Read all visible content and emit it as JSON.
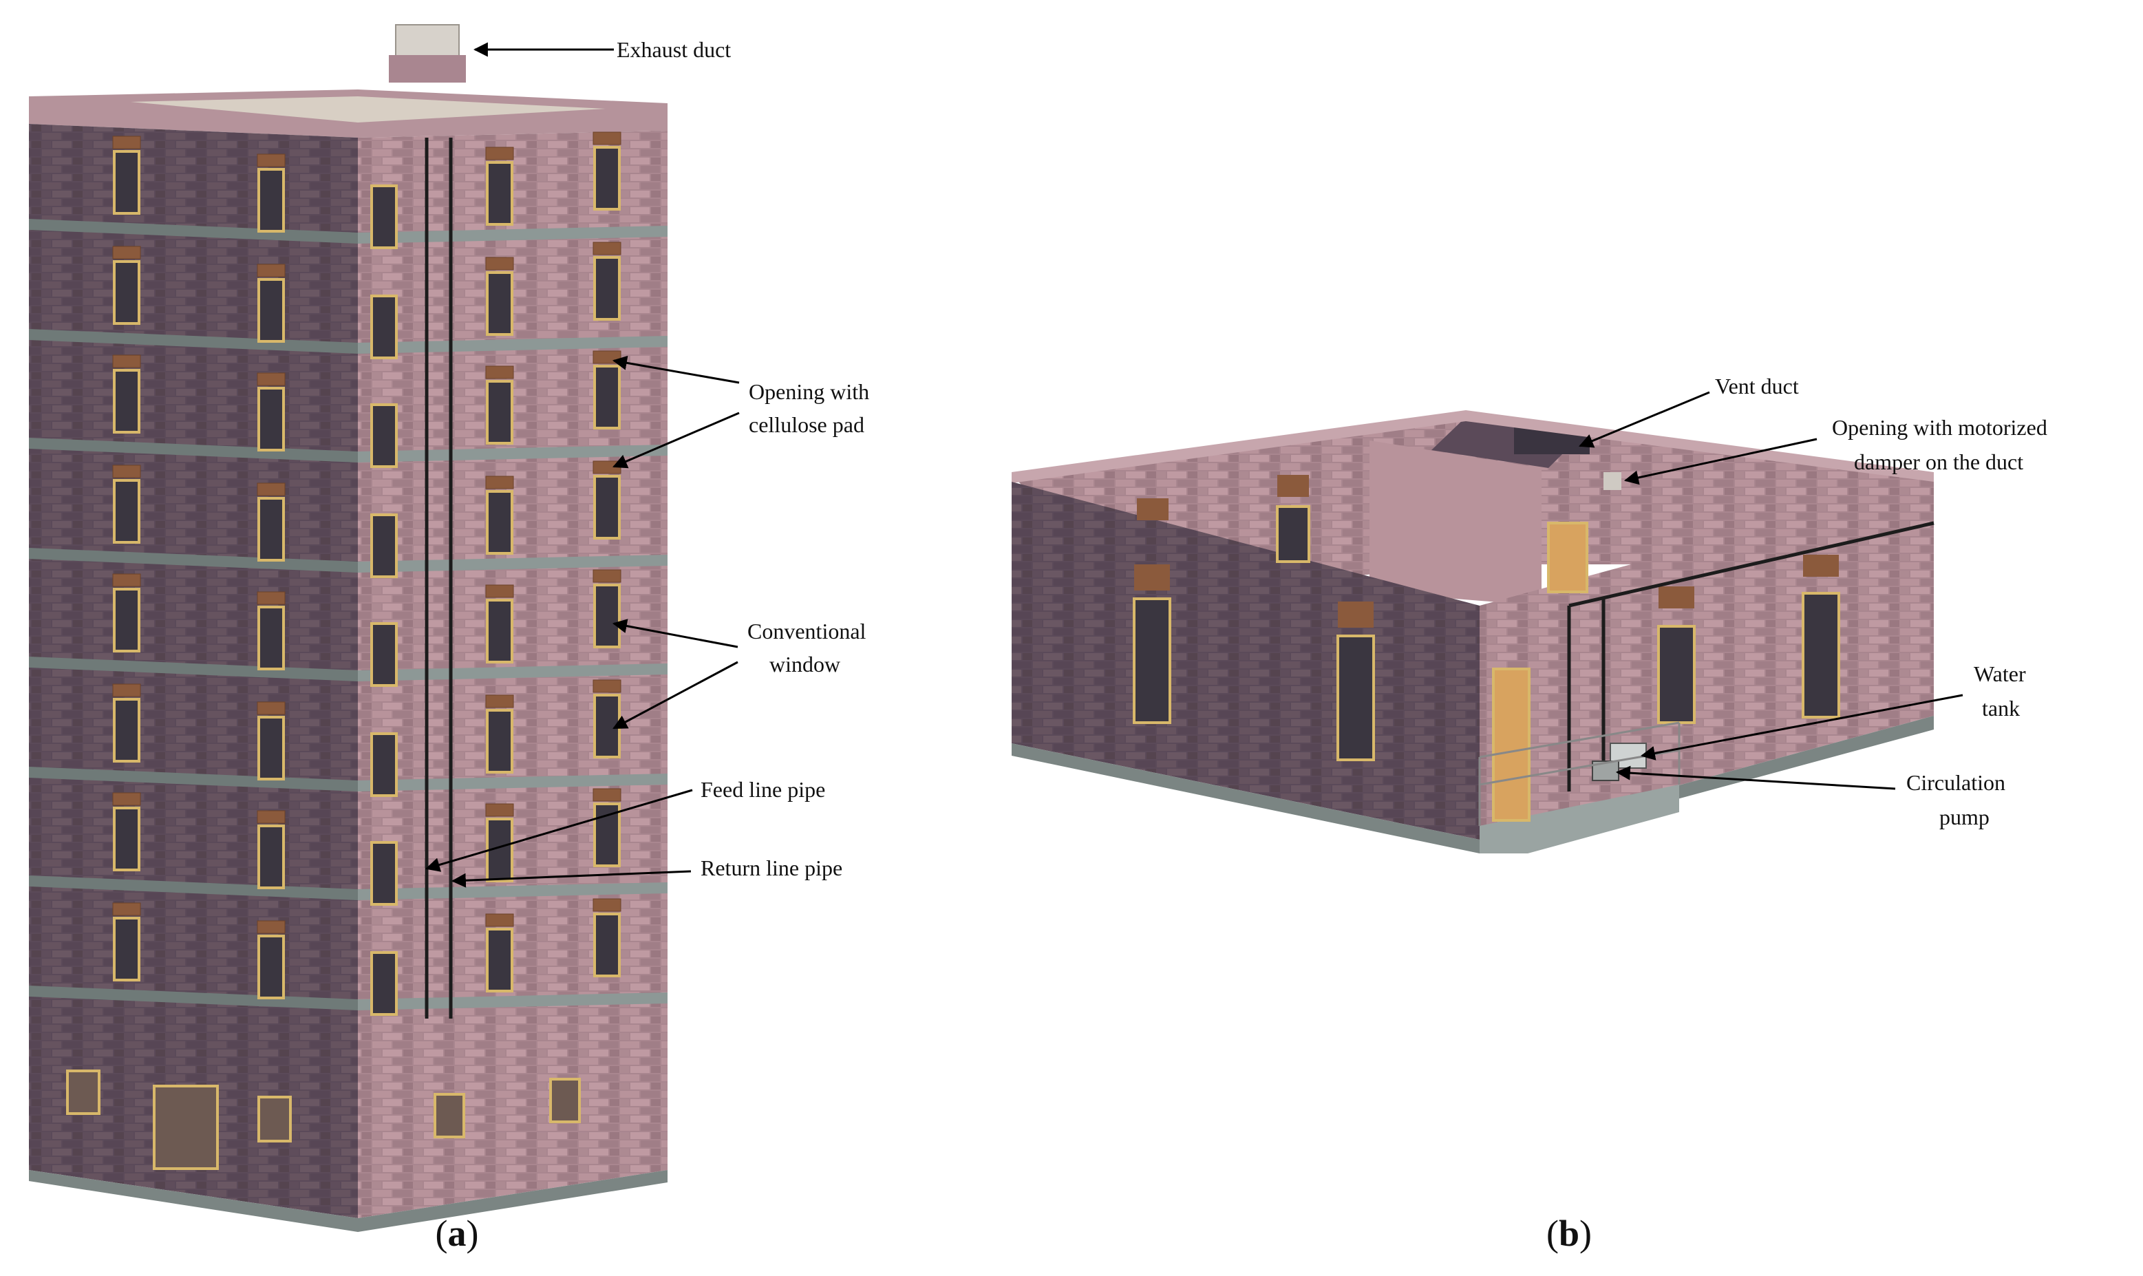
{
  "figure": {
    "panel_a": {
      "caption_letter": "a",
      "labels": {
        "exhaust_duct": "Exhaust duct",
        "opening_pad_line1": "Opening with",
        "opening_pad_line2": "cellulose pad",
        "conv_window_line1": "Conventional",
        "conv_window_line2": "window",
        "feed_line": "Feed line pipe",
        "return_line": "Return line pipe"
      }
    },
    "panel_b": {
      "caption_letter": "b",
      "labels": {
        "vent_duct": "Vent duct",
        "damper_line1": "Opening with motorized",
        "damper_line2": "damper on the duct",
        "water_tank_line1": "Water",
        "water_tank_line2": "tank",
        "pump_line1": "Circulation",
        "pump_line2": "pump"
      }
    }
  }
}
